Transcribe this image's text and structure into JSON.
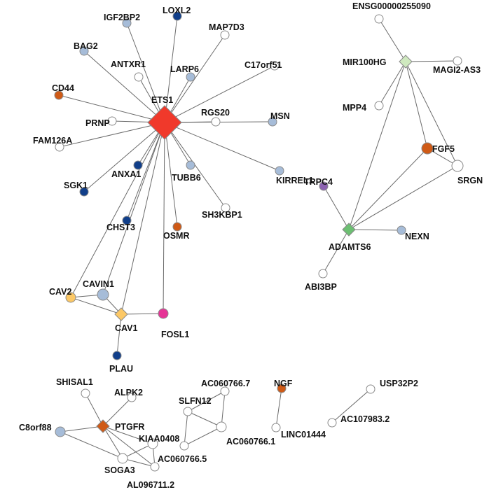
{
  "colors": {
    "hub_red": "#f0392b",
    "dark_blue": "#113f8a",
    "light_blue": "#a6bcd8",
    "orange": "#cf5a16",
    "yellow": "#fcc866",
    "magenta": "#e63496",
    "light_green": "#cfe9bf",
    "green": "#6cbf72",
    "purple": "#8c62b1",
    "white": "#ffffff"
  },
  "nodes": [
    {
      "id": "ETS1",
      "label": "ETS1",
      "color": "hub_red",
      "shape": "diamond"
    },
    {
      "id": "LOXL2",
      "label": "LOXL2",
      "color": "dark_blue",
      "shape": "circle"
    },
    {
      "id": "IGF2BP2",
      "label": "IGF2BP2",
      "color": "light_blue",
      "shape": "circle"
    },
    {
      "id": "MAP7D3",
      "label": "MAP7D3",
      "color": "white",
      "shape": "circle"
    },
    {
      "id": "BAG2",
      "label": "BAG2",
      "color": "light_blue",
      "shape": "circle"
    },
    {
      "id": "ANTXR1",
      "label": "ANTXR1",
      "color": "white",
      "shape": "circle"
    },
    {
      "id": "LARP6",
      "label": "LARP6",
      "color": "light_blue",
      "shape": "circle"
    },
    {
      "id": "C17orf51",
      "label": "C17orf51",
      "color": "white",
      "shape": "circle"
    },
    {
      "id": "CD44",
      "label": "CD44",
      "color": "orange",
      "shape": "circle"
    },
    {
      "id": "PRNP",
      "label": "PRNP",
      "color": "white",
      "shape": "circle"
    },
    {
      "id": "RGS20",
      "label": "RGS20",
      "color": "white",
      "shape": "circle"
    },
    {
      "id": "MSN",
      "label": "MSN",
      "color": "light_blue",
      "shape": "circle"
    },
    {
      "id": "FAM126A",
      "label": "FAM126A",
      "color": "white",
      "shape": "circle"
    },
    {
      "id": "ANXA1",
      "label": "ANXA1",
      "color": "dark_blue",
      "shape": "circle"
    },
    {
      "id": "TUBB6",
      "label": "TUBB6",
      "color": "light_blue",
      "shape": "circle"
    },
    {
      "id": "KIRREL1",
      "label": "KIRREL1",
      "color": "light_blue",
      "shape": "circle"
    },
    {
      "id": "SGK1",
      "label": "SGK1",
      "color": "dark_blue",
      "shape": "circle"
    },
    {
      "id": "SH3KBP1",
      "label": "SH3KBP1",
      "color": "white",
      "shape": "circle"
    },
    {
      "id": "CHST3",
      "label": "CHST3",
      "color": "dark_blue",
      "shape": "circle"
    },
    {
      "id": "OSMR",
      "label": "OSMR",
      "color": "orange",
      "shape": "circle"
    },
    {
      "id": "CAV2",
      "label": "CAV2",
      "color": "yellow",
      "shape": "circle"
    },
    {
      "id": "CAVIN1",
      "label": "CAVIN1",
      "color": "light_blue",
      "shape": "circle"
    },
    {
      "id": "CAV1",
      "label": "CAV1",
      "color": "yellow",
      "shape": "diamond"
    },
    {
      "id": "FOSL1",
      "label": "FOSL1",
      "color": "magenta",
      "shape": "circle"
    },
    {
      "id": "PLAU",
      "label": "PLAU",
      "color": "dark_blue",
      "shape": "circle"
    },
    {
      "id": "ENSG00000255090",
      "label": "ENSG00000255090",
      "color": "white",
      "shape": "circle"
    },
    {
      "id": "MIR100HG",
      "label": "MIR100HG",
      "color": "light_green",
      "shape": "diamond"
    },
    {
      "id": "MAGI2-AS3",
      "label": "MAGI2-AS3",
      "color": "white",
      "shape": "circle"
    },
    {
      "id": "MPP4",
      "label": "MPP4",
      "color": "white",
      "shape": "circle"
    },
    {
      "id": "FGF5",
      "label": "FGF5",
      "color": "orange",
      "shape": "circle"
    },
    {
      "id": "SRGN",
      "label": "SRGN",
      "color": "white",
      "shape": "circle"
    },
    {
      "id": "TRPC4",
      "label": "TRPC4",
      "color": "purple",
      "shape": "circle"
    },
    {
      "id": "ADAMTS6",
      "label": "ADAMTS6",
      "color": "green",
      "shape": "diamond"
    },
    {
      "id": "NEXN",
      "label": "NEXN",
      "color": "light_blue",
      "shape": "circle"
    },
    {
      "id": "ABI3BP",
      "label": "ABI3BP",
      "color": "white",
      "shape": "circle"
    },
    {
      "id": "SHISAL1",
      "label": "SHISAL1",
      "color": "white",
      "shape": "circle"
    },
    {
      "id": "ALPK2",
      "label": "ALPK2",
      "color": "white",
      "shape": "circle"
    },
    {
      "id": "PTGFR",
      "label": "PTGFR",
      "color": "orange",
      "shape": "diamond"
    },
    {
      "id": "C8orf88",
      "label": "C8orf88",
      "color": "light_blue",
      "shape": "circle"
    },
    {
      "id": "KIAA0408",
      "label": "KIAA0408",
      "color": "white",
      "shape": "circle"
    },
    {
      "id": "SOGA3",
      "label": "SOGA3",
      "color": "white",
      "shape": "circle"
    },
    {
      "id": "AL096711.2",
      "label": "AL096711.2",
      "color": "white",
      "shape": "circle"
    },
    {
      "id": "AC060766.7",
      "label": "AC060766.7",
      "color": "white",
      "shape": "circle"
    },
    {
      "id": "SLFN12",
      "label": "SLFN12",
      "color": "white",
      "shape": "circle"
    },
    {
      "id": "AC060766.1",
      "label": "AC060766.1",
      "color": "white",
      "shape": "circle"
    },
    {
      "id": "AC060766.5",
      "label": "AC060766.5",
      "color": "white",
      "shape": "circle"
    },
    {
      "id": "NGF",
      "label": "NGF",
      "color": "orange",
      "shape": "circle"
    },
    {
      "id": "LINC01444",
      "label": "LINC01444",
      "color": "white",
      "shape": "circle"
    },
    {
      "id": "USP32P2",
      "label": "USP32P2",
      "color": "white",
      "shape": "circle"
    },
    {
      "id": "AC107983.2",
      "label": "AC107983.2",
      "color": "white",
      "shape": "circle"
    }
  ],
  "edges": [
    [
      "ETS1",
      "LOXL2"
    ],
    [
      "ETS1",
      "IGF2BP2"
    ],
    [
      "ETS1",
      "MAP7D3"
    ],
    [
      "ETS1",
      "BAG2"
    ],
    [
      "ETS1",
      "ANTXR1"
    ],
    [
      "ETS1",
      "LARP6"
    ],
    [
      "ETS1",
      "C17orf51"
    ],
    [
      "ETS1",
      "CD44"
    ],
    [
      "ETS1",
      "PRNP"
    ],
    [
      "ETS1",
      "RGS20"
    ],
    [
      "ETS1",
      "MSN"
    ],
    [
      "ETS1",
      "FAM126A"
    ],
    [
      "ETS1",
      "ANXA1"
    ],
    [
      "ETS1",
      "TUBB6"
    ],
    [
      "ETS1",
      "KIRREL1"
    ],
    [
      "ETS1",
      "SGK1"
    ],
    [
      "ETS1",
      "SH3KBP1"
    ],
    [
      "ETS1",
      "CHST3"
    ],
    [
      "ETS1",
      "OSMR"
    ],
    [
      "ETS1",
      "CAV2"
    ],
    [
      "ETS1",
      "CAVIN1"
    ],
    [
      "ETS1",
      "CAV1"
    ],
    [
      "ETS1",
      "FOSL1"
    ],
    [
      "CAV2",
      "CAVIN1"
    ],
    [
      "CAV2",
      "CAV1"
    ],
    [
      "CAVIN1",
      "CAV1"
    ],
    [
      "CAV1",
      "FOSL1"
    ],
    [
      "CAV1",
      "PLAU"
    ],
    [
      "MIR100HG",
      "ENSG00000255090"
    ],
    [
      "MIR100HG",
      "MAGI2-AS3"
    ],
    [
      "MIR100HG",
      "MPP4"
    ],
    [
      "MIR100HG",
      "FGF5"
    ],
    [
      "MIR100HG",
      "SRGN"
    ],
    [
      "MIR100HG",
      "ADAMTS6"
    ],
    [
      "FGF5",
      "SRGN"
    ],
    [
      "FGF5",
      "ADAMTS6"
    ],
    [
      "SRGN",
      "ADAMTS6"
    ],
    [
      "ADAMTS6",
      "TRPC4"
    ],
    [
      "ADAMTS6",
      "NEXN"
    ],
    [
      "ADAMTS6",
      "ABI3BP"
    ],
    [
      "PTGFR",
      "SHISAL1"
    ],
    [
      "PTGFR",
      "ALPK2"
    ],
    [
      "PTGFR",
      "C8orf88"
    ],
    [
      "PTGFR",
      "KIAA0408"
    ],
    [
      "PTGFR",
      "SOGA3"
    ],
    [
      "PTGFR",
      "AL096711.2"
    ],
    [
      "C8orf88",
      "SOGA3"
    ],
    [
      "SOGA3",
      "KIAA0408"
    ],
    [
      "SOGA3",
      "AL096711.2"
    ],
    [
      "KIAA0408",
      "AL096711.2"
    ],
    [
      "AC060766.7",
      "SLFN12"
    ],
    [
      "AC060766.7",
      "AC060766.1"
    ],
    [
      "SLFN12",
      "AC060766.1"
    ],
    [
      "SLFN12",
      "AC060766.5"
    ],
    [
      "AC060766.1",
      "AC060766.5"
    ],
    [
      "NGF",
      "LINC01444"
    ],
    [
      "USP32P2",
      "AC107983.2"
    ]
  ]
}
